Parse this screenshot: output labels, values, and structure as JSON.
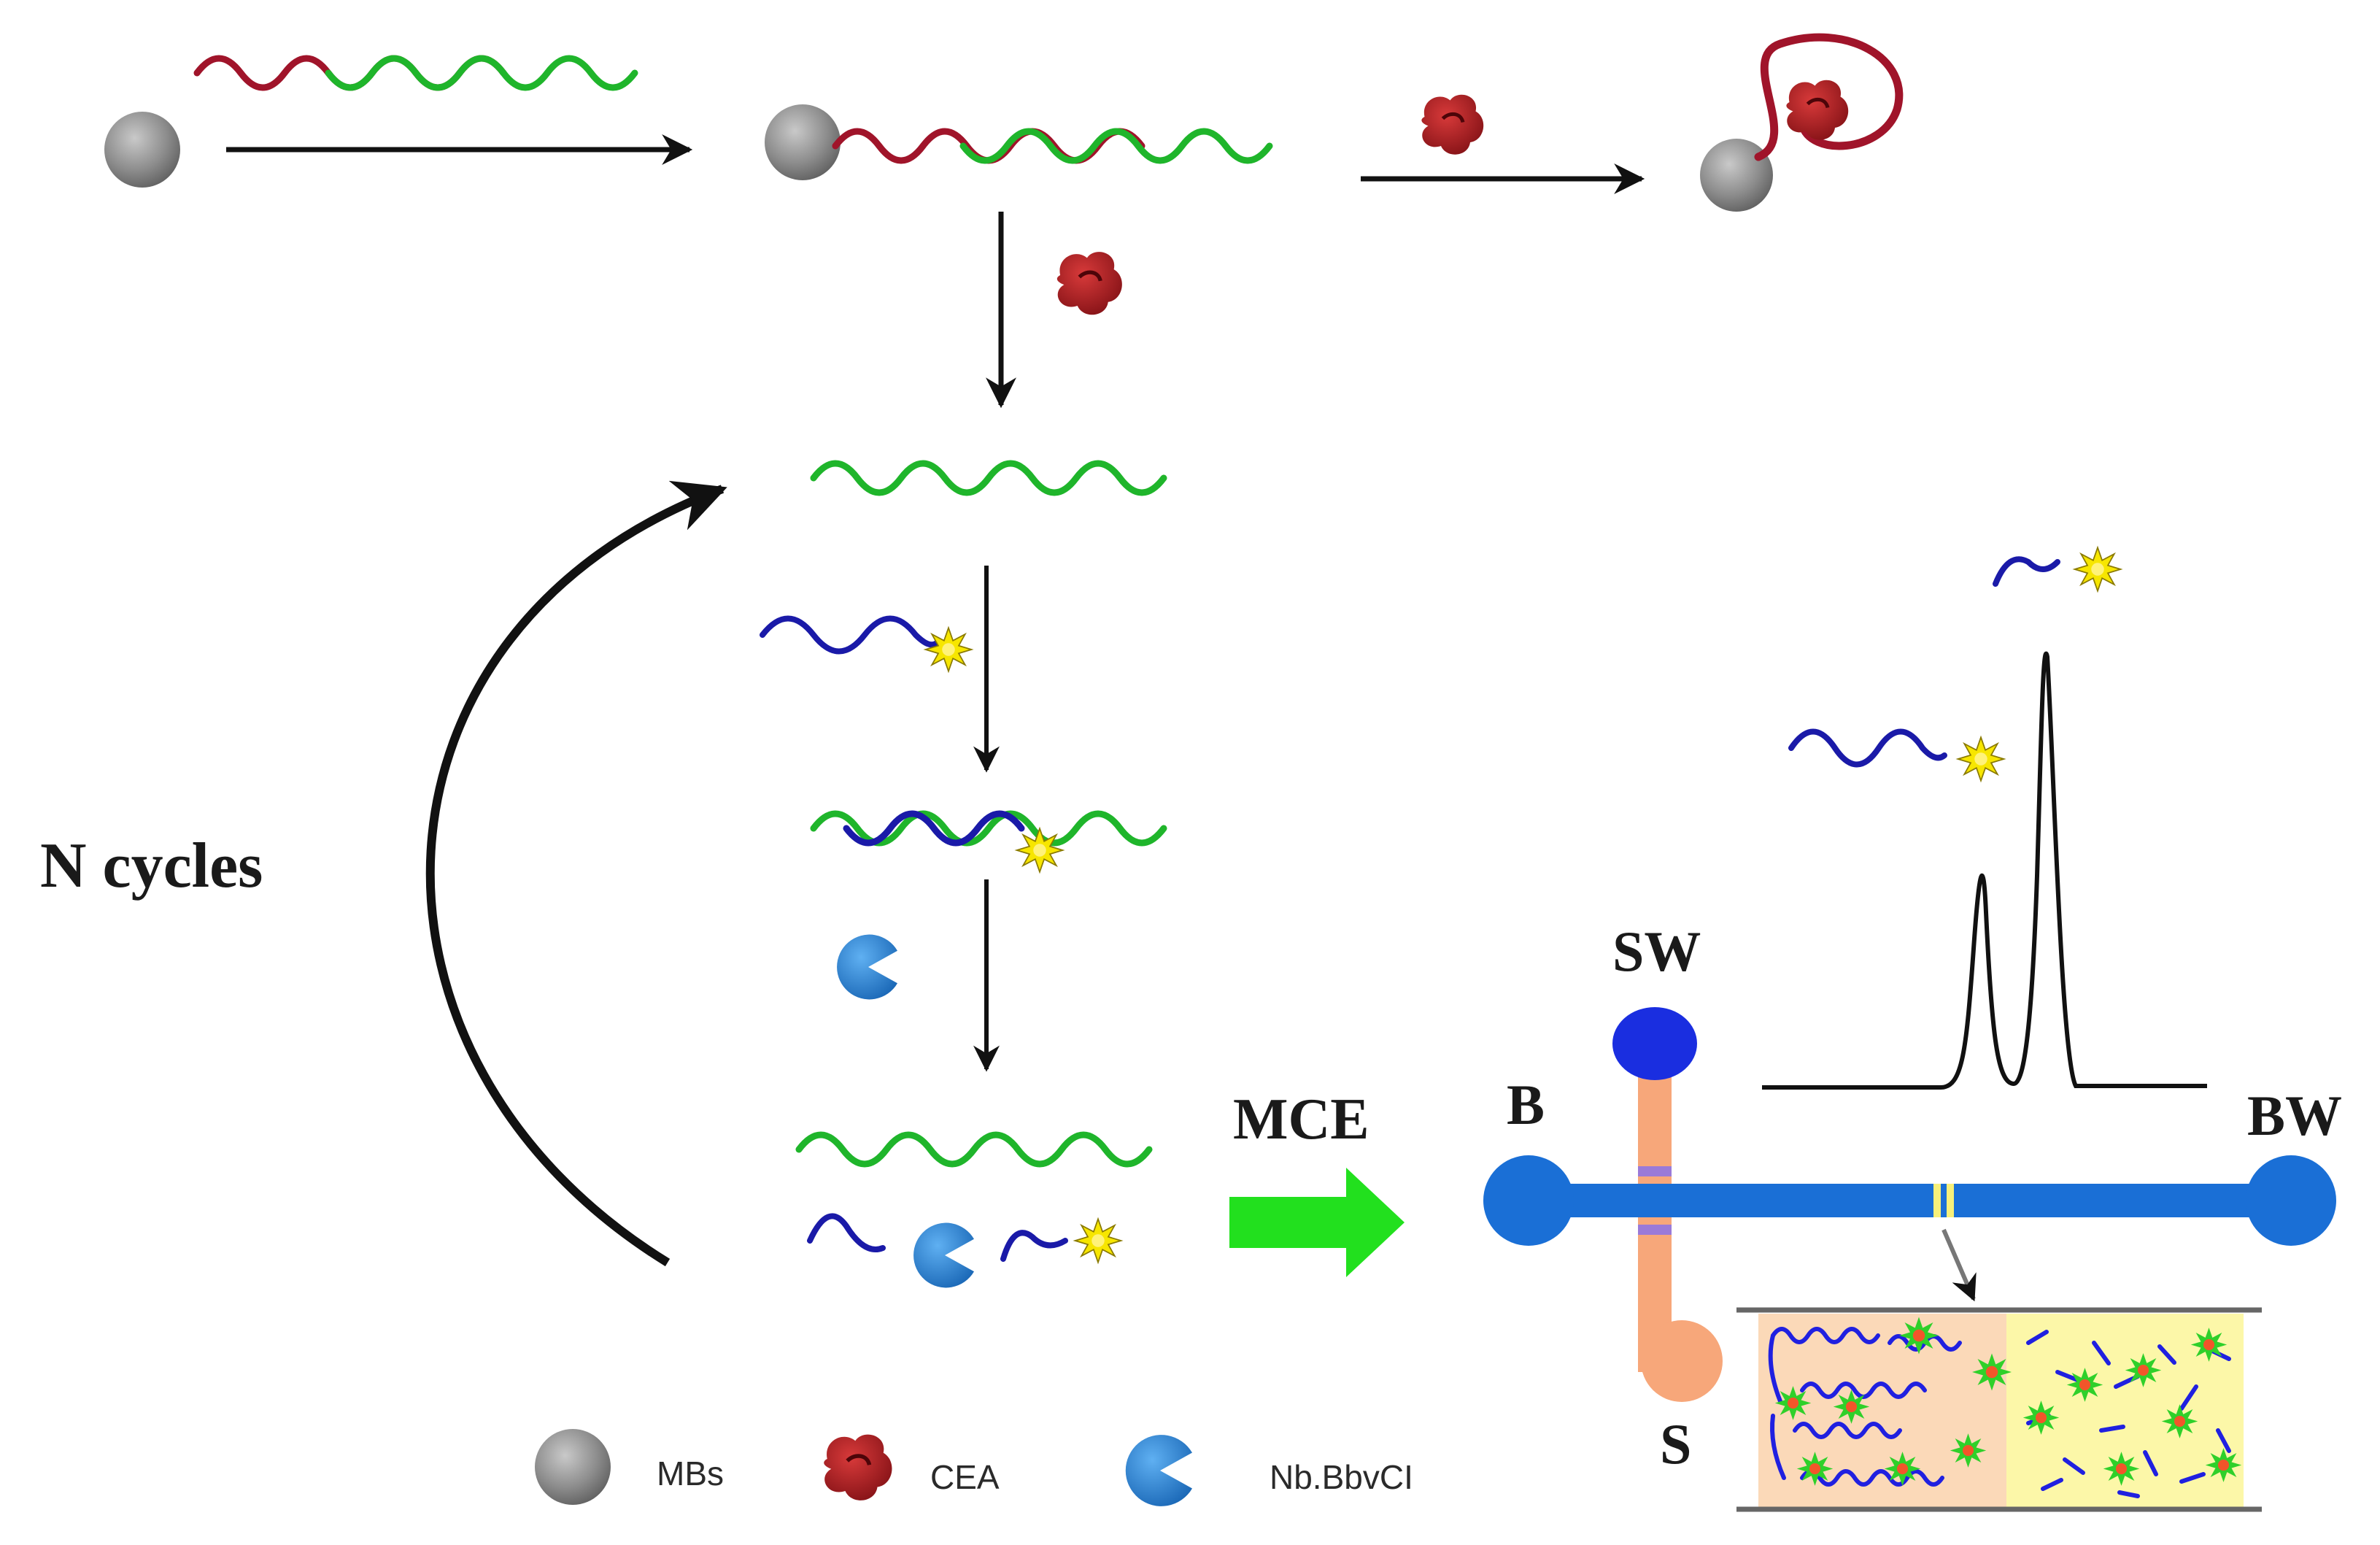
{
  "labels": {
    "cycles": "N cycles",
    "mce": "MCE",
    "sw": "SW",
    "b": "B",
    "bw": "BW",
    "s": "S"
  },
  "legend": [
    {
      "icon": "magnetic-bead-icon",
      "label": "MBs"
    },
    {
      "icon": "cea-protein-icon",
      "label": "CEA"
    },
    {
      "icon": "nicking-enzyme-icon",
      "label": "Nb.BbvCI"
    }
  ],
  "colors": {
    "bead": "#8a8a8a",
    "aptamer_red": "#a0142a",
    "dna_green": "#1fb52b",
    "probe_blue": "#1a1aa8",
    "fluorophore": "#f4e400",
    "protein": "#b3141c",
    "enzyme": "#1e78c8",
    "channel_blue": "#1a6fd6",
    "channel_orange": "#f7a77a",
    "mce_arrow": "#22e01e",
    "zoom_left": "#fbd9b8",
    "zoom_right": "#fcf7a8"
  }
}
